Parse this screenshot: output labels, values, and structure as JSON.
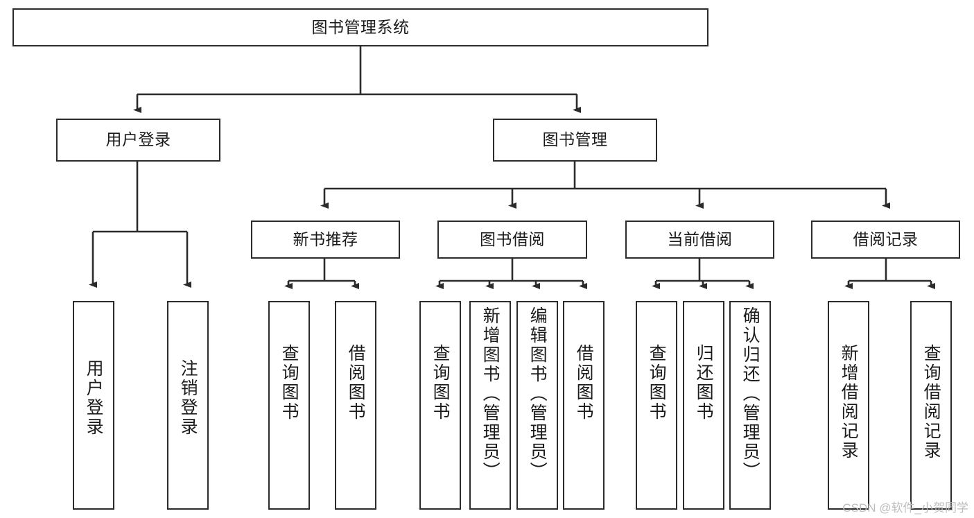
{
  "diagram": {
    "title": "图书管理系统",
    "type": "tree-hierarchy",
    "watermark": "CSDN @软件_小贺同学",
    "colors": {
      "stroke": "#2b2b2b",
      "fill": "#ffffff",
      "text": "#1b1b1b",
      "watermark": "#bdbdbd"
    },
    "root": {
      "label": "图书管理系统"
    },
    "level2": [
      {
        "label": "用户登录"
      },
      {
        "label": "图书管理"
      }
    ],
    "level3": [
      {
        "label": "新书推荐"
      },
      {
        "label": "图书借阅"
      },
      {
        "label": "当前借阅"
      },
      {
        "label": "借阅记录"
      }
    ],
    "leaves": {
      "user_login": [
        {
          "label": "用户登录"
        },
        {
          "label": "注销登录"
        }
      ],
      "new_book": [
        {
          "label": "查询图书"
        },
        {
          "label": "借阅图书"
        }
      ],
      "borrow_book": [
        {
          "label": "查询图书"
        },
        {
          "label": "新增图书（管理员）"
        },
        {
          "label": "编辑图书（管理员）"
        },
        {
          "label": "借阅图书"
        }
      ],
      "current_borrow": [
        {
          "label": "查询图书"
        },
        {
          "label": "归还图书"
        },
        {
          "label": "确认归还（管理员）"
        }
      ],
      "borrow_record": [
        {
          "label": "新增借阅记录"
        },
        {
          "label": "查询借阅记录"
        }
      ]
    }
  }
}
